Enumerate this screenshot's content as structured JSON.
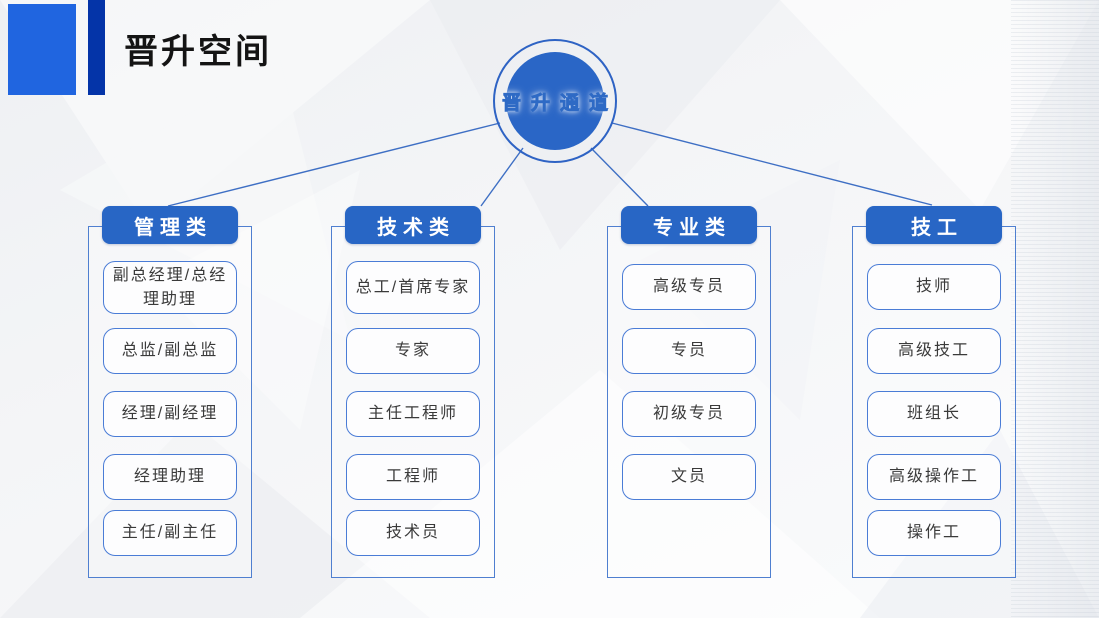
{
  "slide": {
    "title": "晋升空间",
    "center_node": {
      "label": "晋升通道"
    },
    "columns": [
      {
        "header": "管理类",
        "items": [
          "副总经理/总经理助理",
          "总监/副总监",
          "经理/副经理",
          "经理助理",
          "主任/副主任"
        ]
      },
      {
        "header": "技术类",
        "items": [
          "总工/首席专家",
          "专家",
          "主任工程师",
          "工程师",
          "技术员"
        ]
      },
      {
        "header": "专业类",
        "items": [
          "高级专员",
          "专员",
          "初级专员",
          "文员"
        ]
      },
      {
        "header": "技工",
        "items": [
          "技师",
          "高级技工",
          "班组长",
          "高级操作工",
          "操作工"
        ]
      }
    ],
    "colors": {
      "primary_blue": "#2866C5",
      "node_fill_blue": "#2A66C6",
      "accent_square_blue": "#2065E0",
      "accent_bar_blue": "#0434A8",
      "box_border_blue": "#4A7CD6",
      "connector_blue": "#3E6FC4",
      "item_text": "#3A3A3A",
      "title_text": "#141414"
    }
  }
}
